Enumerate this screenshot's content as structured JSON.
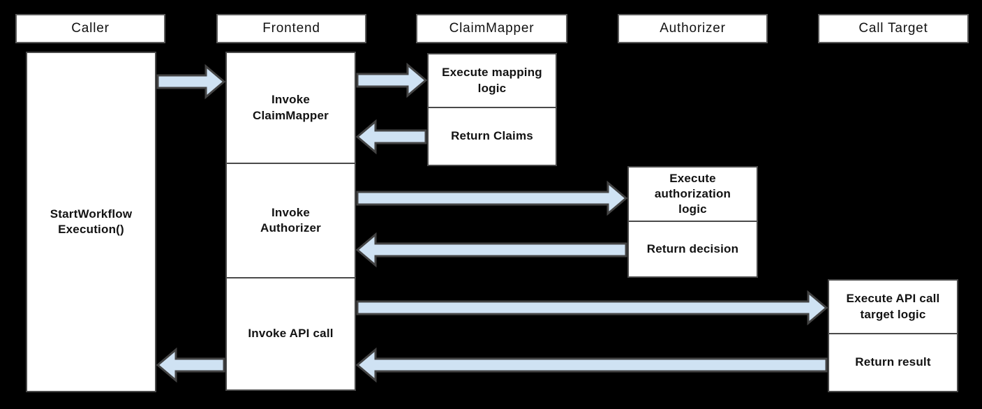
{
  "lanes": [
    {
      "label": "Caller"
    },
    {
      "label": "Frontend"
    },
    {
      "label": "ClaimMapper"
    },
    {
      "label": "Authorizer"
    },
    {
      "label": "Call Target"
    }
  ],
  "nodes": {
    "caller_action": "StartWorkflow Execution()",
    "frontend_step1": "Invoke ClaimMapper",
    "frontend_step2": "Invoke Authorizer",
    "frontend_step3": "Invoke API call",
    "claimmapper_step1": "Execute mapping logic",
    "claimmapper_step2": "Return Claims",
    "authorizer_step1": "Execute authorization logic",
    "authorizer_step2": "Return decision",
    "calltarget_step1": "Execute API call target logic",
    "calltarget_step2": "Return result"
  },
  "arrows": [
    {
      "from": "Caller",
      "to": "Frontend",
      "kind": "call"
    },
    {
      "from": "Frontend",
      "to": "ClaimMapper",
      "kind": "call"
    },
    {
      "from": "ClaimMapper",
      "to": "Frontend",
      "kind": "return"
    },
    {
      "from": "Frontend",
      "to": "Authorizer",
      "kind": "call"
    },
    {
      "from": "Authorizer",
      "to": "Frontend",
      "kind": "return"
    },
    {
      "from": "Frontend",
      "to": "Call Target",
      "kind": "call"
    },
    {
      "from": "Call Target",
      "to": "Frontend",
      "kind": "return"
    },
    {
      "from": "Frontend",
      "to": "Caller",
      "kind": "return"
    }
  ],
  "colors": {
    "background": "#000000",
    "box_fill": "#ffffff",
    "box_border": "#4a4a4a",
    "header_border": "#5b5b5b",
    "arrow_fill": "#cfe2f3",
    "arrow_stroke": "#434343",
    "text": "#121212"
  }
}
